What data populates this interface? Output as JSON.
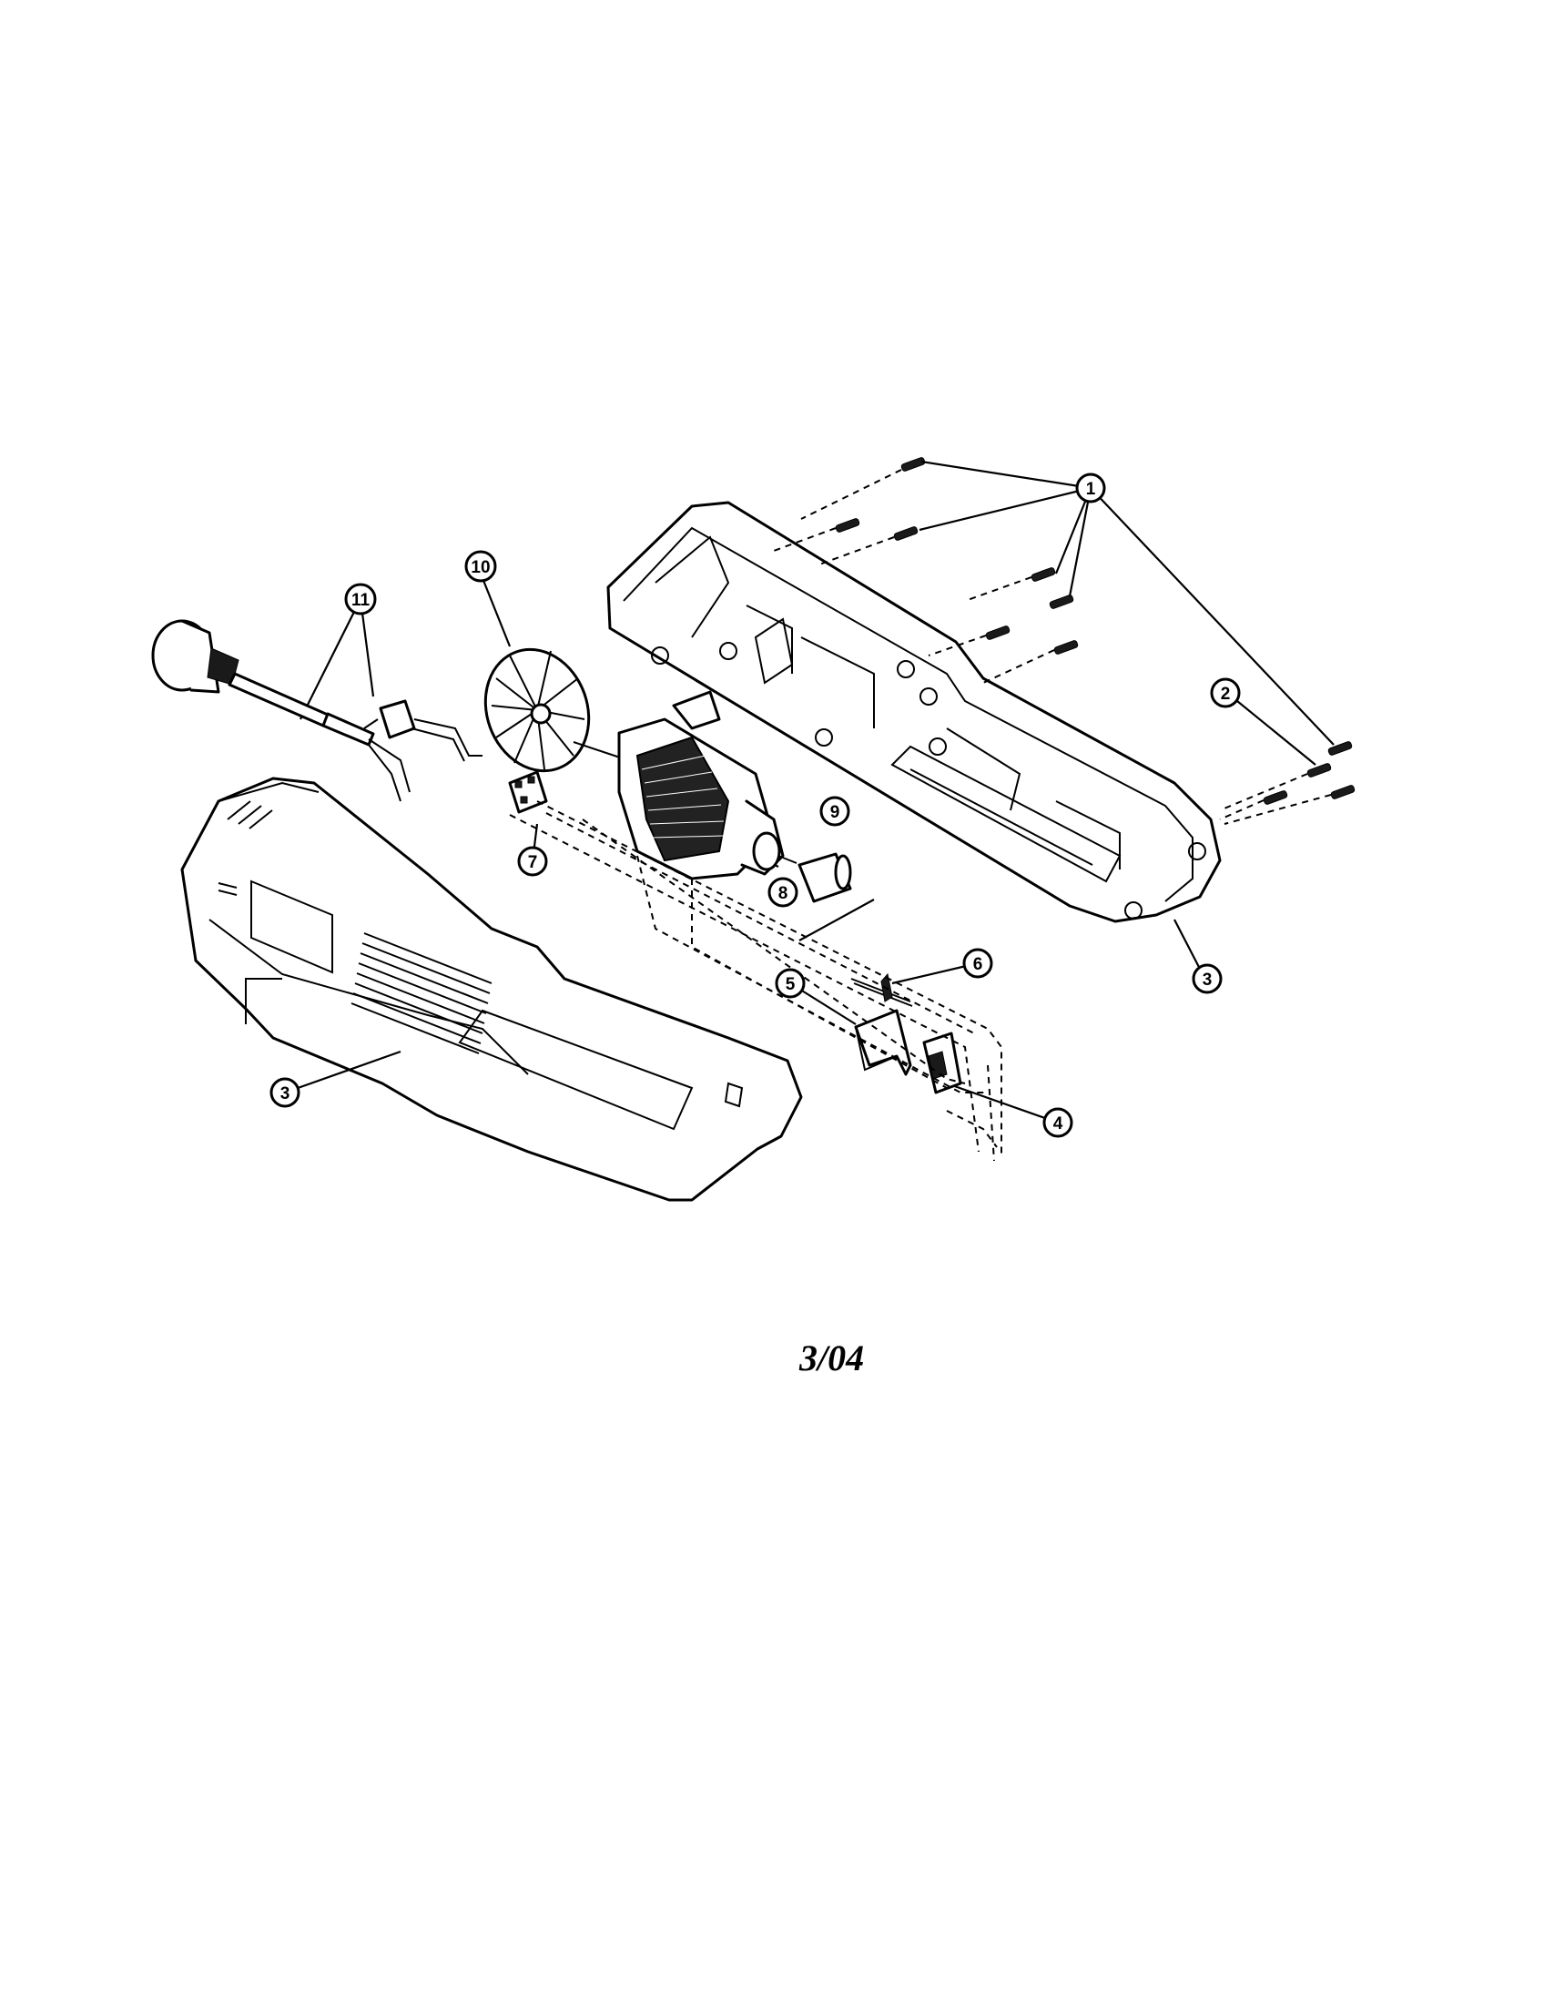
{
  "revision": "3/04",
  "callouts": [
    "1",
    "2",
    "3",
    "4",
    "5",
    "6",
    "7",
    "8",
    "9",
    "10",
    "11"
  ]
}
